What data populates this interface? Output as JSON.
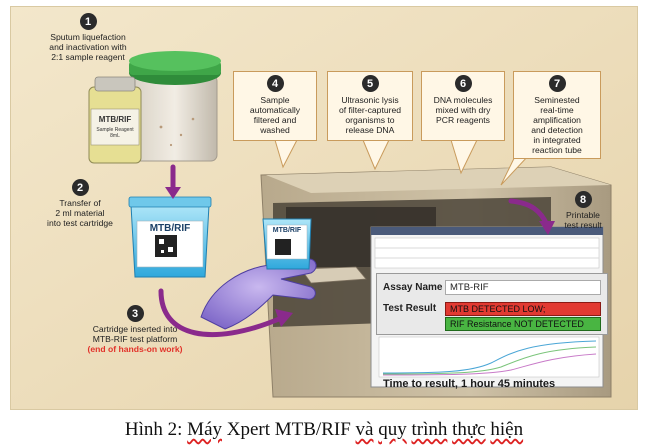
{
  "steps": [
    {
      "num": "1",
      "text": [
        "Sputum liquefaction",
        "and inactivation with",
        "2:1 sample reagent"
      ]
    },
    {
      "num": "2",
      "text": [
        "Transfer of",
        "2 ml material",
        "into test cartridge"
      ]
    },
    {
      "num": "3",
      "text": [
        "Cartridge inserted into",
        "MTB-RIF test platform"
      ],
      "highlight": "(end of hands-on work)"
    },
    {
      "num": "4",
      "text": [
        "Sample",
        "automatically",
        "filtered and",
        "washed"
      ]
    },
    {
      "num": "5",
      "text": [
        "Ultrasonic lysis",
        "of filter-captured",
        "organisms to",
        "release DNA"
      ]
    },
    {
      "num": "6",
      "text": [
        "DNA molecules",
        "mixed with dry",
        "PCR reagents"
      ]
    },
    {
      "num": "7",
      "text": [
        "Seminested",
        "real-time",
        "amplification",
        "and detection",
        "in integrated",
        "reaction tube"
      ]
    },
    {
      "num": "8",
      "text": [
        "Printable",
        "test result"
      ]
    }
  ],
  "labels": {
    "reagent_bottle": "MTB/RIF",
    "reagent_sub": "Sample Reagent 8mL",
    "cartridge": "MTB/RIF",
    "cartridge_small": "MTB/RIF"
  },
  "result": {
    "assay_label": "Assay Name",
    "assay_value": "MTB-RIF",
    "test_label": "Test Result",
    "mtb": "MTB DETECTED LOW;",
    "rif": "RIF Resistance NOT DETECTED"
  },
  "time_to_result": "Time to result, 1 hour 45 minutes",
  "caption": {
    "prefix": "Hình 2: ",
    "w1": "Máy",
    "mid": " Xpert MTB/RIF ",
    "w2": "và",
    "w3": "quy",
    "w4": "trình",
    "w5": "thực",
    "w6": "hiện"
  },
  "colors": {
    "arrow": "#8a2a8c",
    "mtb_detected": "#e23a32",
    "rif_not_detected": "#49b542",
    "highlight_text": "#e2322a"
  }
}
